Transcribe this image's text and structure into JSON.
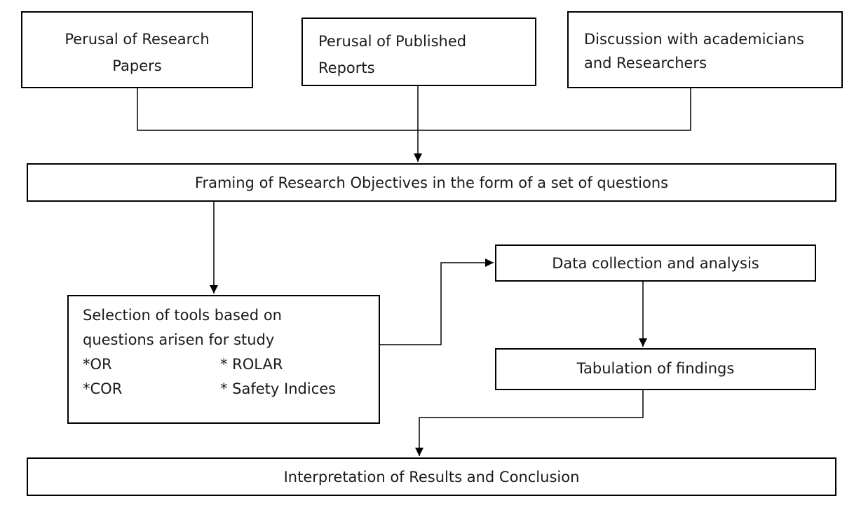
{
  "boxes": {
    "research_papers": {
      "line1": "Perusal of Research",
      "line2": "Papers"
    },
    "published_reports": {
      "line1": "Perusal of Published",
      "line2": "Reports"
    },
    "discussion": {
      "line1": "Discussion with academicians",
      "line2": "and Researchers"
    },
    "framing": {
      "label": "Framing of Research Objectives in the form of a set of questions"
    },
    "selection": {
      "line1": "Selection of tools based on",
      "line2": "questions arisen for study",
      "tools": [
        "*OR",
        "* ROLAR",
        "*COR",
        "* Safety Indices"
      ]
    },
    "data_collection": {
      "label": "Data collection and analysis"
    },
    "tabulation": {
      "label": "Tabulation of findings"
    },
    "interpretation": {
      "label": "Interpretation of Results and Conclusion"
    }
  }
}
